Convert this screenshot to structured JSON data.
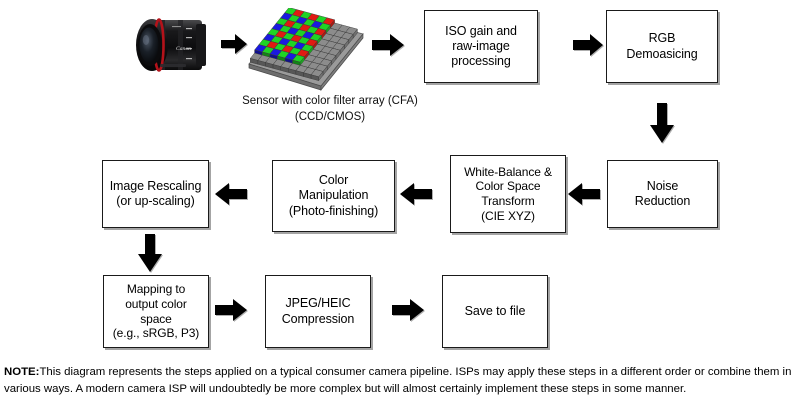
{
  "diagram": {
    "title": "Camera imaging / ISP pipeline",
    "boxes": [
      {
        "id": "iso-gain",
        "lines": [
          "ISO gain and",
          "raw-image",
          "processing"
        ]
      },
      {
        "id": "rgb-demosaicing",
        "lines": [
          "RGB",
          "Demoasicing"
        ]
      },
      {
        "id": "noise-reduction",
        "lines": [
          "Noise",
          "Reduction"
        ]
      },
      {
        "id": "white-balance",
        "lines": [
          "White-Balance &",
          "Color Space",
          "Transform",
          "(CIE XYZ)"
        ]
      },
      {
        "id": "color-manipulation",
        "lines": [
          "Color",
          "Manipulation",
          "(Photo-finishing)"
        ]
      },
      {
        "id": "image-rescaling",
        "lines": [
          "Image Rescaling",
          "(or up-scaling)"
        ]
      },
      {
        "id": "output-color-mapping",
        "lines": [
          "Mapping to",
          "output color",
          "space",
          "(e.g., sRGB, P3)"
        ]
      },
      {
        "id": "compression",
        "lines": [
          "JPEG/HEIC",
          "Compression"
        ]
      },
      {
        "id": "save-to-file",
        "lines": [
          "Save to file"
        ]
      }
    ],
    "sensor_caption": {
      "line1": "Sensor with color filter array  (CFA)",
      "line2": "(CCD/CMOS)"
    },
    "artwork": {
      "lens_label": "camera-lens",
      "sensor_label": "bayer-sensor-array",
      "cfa_colors": {
        "red": "#e01b12",
        "green": "#1fd425",
        "blue": "#1a1ae0",
        "substrate": "#8c8c8c"
      }
    },
    "arrows": [
      {
        "id": "lens-to-sensor",
        "direction": "right"
      },
      {
        "id": "sensor-to-iso-gain",
        "direction": "right"
      },
      {
        "id": "iso-gain-to-demosaicing",
        "direction": "right"
      },
      {
        "id": "demosaicing-to-noise-reduction",
        "direction": "down"
      },
      {
        "id": "noise-reduction-to-white-balance",
        "direction": "left"
      },
      {
        "id": "white-balance-to-color-manipulation",
        "direction": "left"
      },
      {
        "id": "color-manipulation-to-rescaling",
        "direction": "left"
      },
      {
        "id": "rescaling-to-output-mapping",
        "direction": "down"
      },
      {
        "id": "output-mapping-to-compression",
        "direction": "right"
      },
      {
        "id": "compression-to-save",
        "direction": "right"
      }
    ]
  },
  "note": {
    "label": "NOTE:",
    "body": "This diagram represents the steps applied on a typical consumer camera pipeline.  ISPs may apply these steps in a different order or combine them in various ways. A modern camera ISP will undoubtedly be more complex but will almost certainly implement these steps in some manner."
  }
}
